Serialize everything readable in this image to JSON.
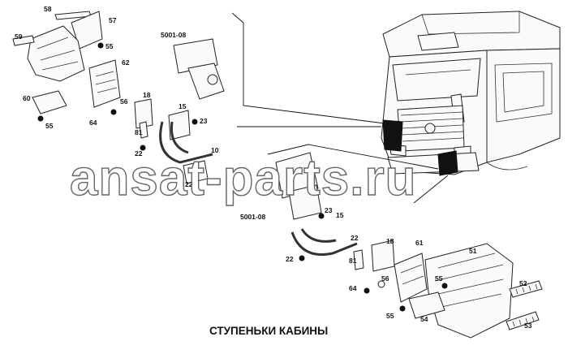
{
  "title": "СТУПЕНЬКИ КАБИНЫ",
  "watermark": "ansat-parts.ru",
  "assembly_ref_upper": "5001-08",
  "assembly_ref_lower": "5001-08",
  "upper_labels": {
    "p58": "58",
    "p57": "57",
    "p59": "59",
    "p55a": "55",
    "p62": "62",
    "p60": "60",
    "p55b": "55",
    "p56": "56",
    "p64": "64",
    "p18": "18",
    "p15": "15",
    "p81": "81",
    "p23": "23",
    "p22a": "22",
    "p10": "10",
    "p22b": "22"
  },
  "lower_labels": {
    "p23": "23",
    "p15": "15",
    "p22a": "22",
    "p18": "18",
    "p61": "61",
    "p51": "51",
    "p81": "81",
    "p22b": "22",
    "p56": "56",
    "p55a": "55",
    "p64": "64",
    "p52": "52",
    "p55b": "55",
    "p54": "54",
    "p53": "53"
  }
}
